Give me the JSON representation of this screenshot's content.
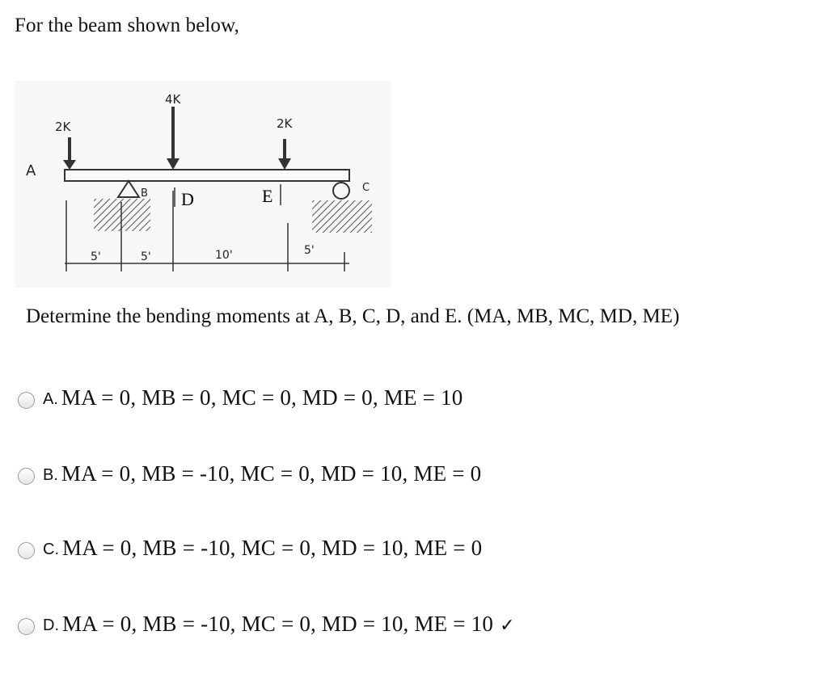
{
  "intro": "For the beam shown below,",
  "figure": {
    "label_A": "A",
    "label_B": "B",
    "label_C": "C",
    "label_D": "D",
    "label_E": "E",
    "load_A": "2K",
    "load_D": "4K",
    "load_E": "2K",
    "dim_1": "5'",
    "dim_2": "5'",
    "dim_3": "10'",
    "dim_4": "5'"
  },
  "question": "Determine the bending moments at A, B, C, D, and E.  (MA, MB, MC, MD, ME)",
  "options": [
    {
      "letter": "A.",
      "expr": "MA = 0, MB  = 0,  MC = 0, MD = 0,  ME = 10",
      "mark": ""
    },
    {
      "letter": "B.",
      "expr": "MA = 0, MB  = -10,  MC = 0, MD = 10,  ME = 0",
      "mark": ""
    },
    {
      "letter": "C.",
      "expr": "MA = 0, MB  = -10,  MC = 0, MD = 10,  ME = 0",
      "mark": ""
    },
    {
      "letter": "D.",
      "expr": "MA = 0, MB  = -10,  MC = 0, MD = 10,  ME = 10",
      "mark": "✓"
    }
  ]
}
